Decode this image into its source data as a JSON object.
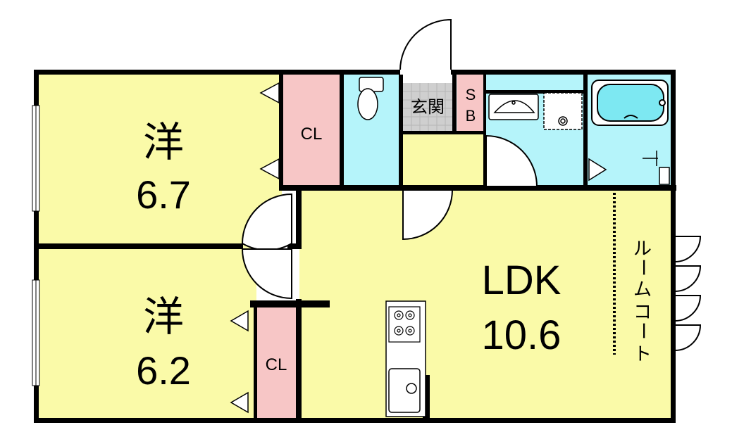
{
  "rooms": {
    "western1": {
      "kanji": "洋",
      "size": "6.7"
    },
    "western2": {
      "kanji": "洋",
      "size": "6.2"
    },
    "ldk": {
      "name": "LDK",
      "size": "10.6"
    },
    "closet1": "CL",
    "closet2": "CL",
    "entrance": "玄関",
    "shoe_box": [
      "S",
      "B"
    ],
    "room_coat": [
      "ル",
      "ー",
      "ム",
      "コ",
      "ー",
      "ト"
    ]
  },
  "colors": {
    "room_yellow": "#fafaa8",
    "closet_pink": "#f7c6c6",
    "wet_cyan": "#b5f4fa",
    "entrance_gray": "#cfcfcf",
    "wall": "#000000"
  }
}
